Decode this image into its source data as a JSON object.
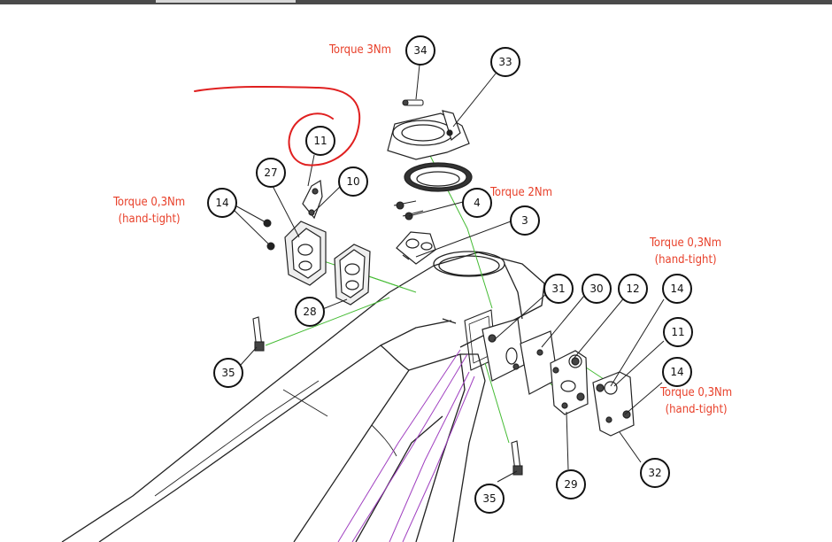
{
  "callouts": [
    "34",
    "33",
    "11",
    "27",
    "10",
    "14",
    "4",
    "3",
    "28",
    "35",
    "31",
    "30",
    "12",
    "14",
    "11",
    "14",
    "29",
    "32",
    "35"
  ],
  "torque_labels": [
    {
      "line1": "Torque 3Nm",
      "line2": ""
    },
    {
      "line1": "Torque 2Nm",
      "line2": ""
    },
    {
      "line1": "Torque 0,3Nm",
      "line2": "(hand-tight)"
    },
    {
      "line1": "Torque 0,3Nm",
      "line2": "(hand-tight)"
    },
    {
      "line1": "Torque 0,3Nm",
      "line2": "(hand-tight)"
    }
  ],
  "colors": {
    "torque_text": "#e8402a",
    "annotation_marker": "#e02020",
    "leader_lines": "#44bb33",
    "internal_cable": "#a040c0",
    "linework": "#222222"
  }
}
